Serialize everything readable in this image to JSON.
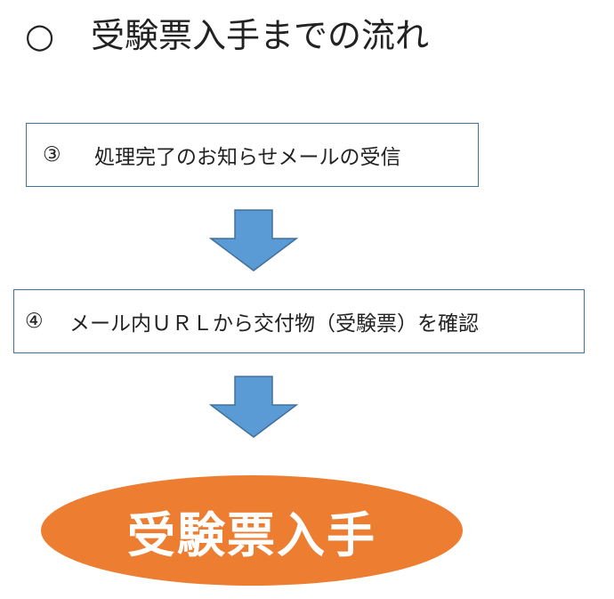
{
  "title": {
    "mark": "○",
    "text": "受験票入手までの流れ"
  },
  "steps": [
    {
      "number": "③",
      "text": "処理完了のお知らせメールの受信"
    },
    {
      "number": "④",
      "text": "メール内ＵＲＬから交付物（受験票）を確認"
    }
  ],
  "result": {
    "text": "受験票入手"
  },
  "colors": {
    "box_border": "#41719c",
    "arrow_fill": "#5b9bd5",
    "arrow_stroke": "#41719c",
    "result_fill": "#ed7d31",
    "result_text": "#ffffff"
  }
}
